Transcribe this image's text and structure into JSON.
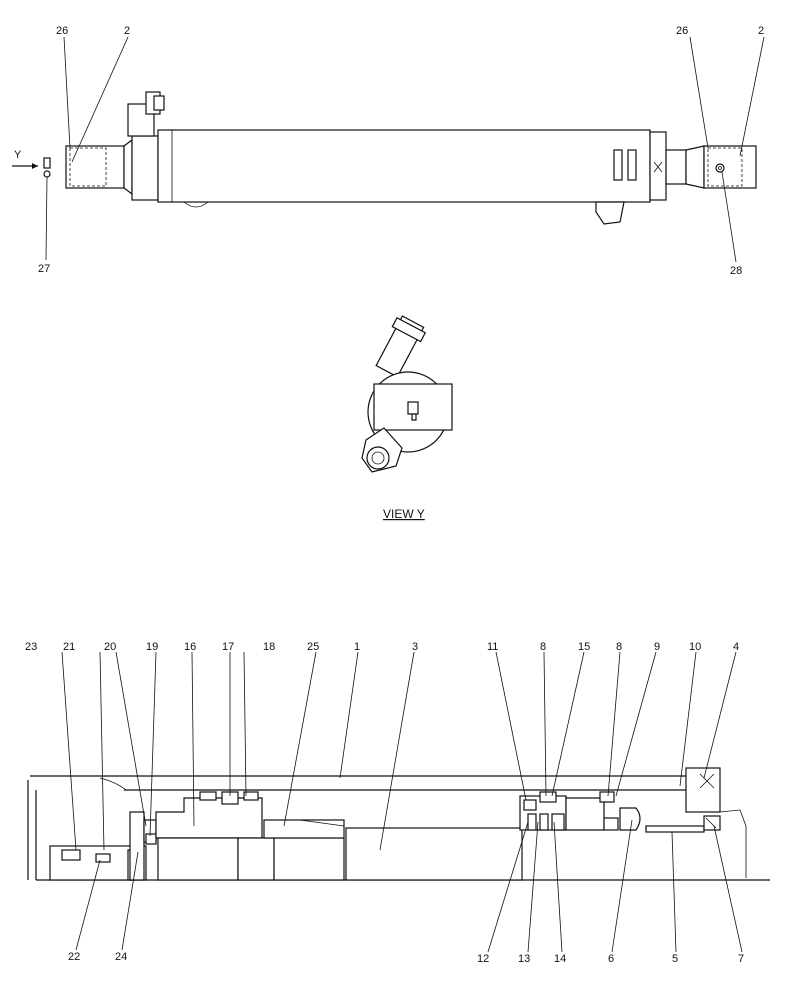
{
  "top_view": {
    "arrow_label": "Y",
    "callouts": [
      "26",
      "2",
      "26",
      "2",
      "27",
      "28"
    ]
  },
  "view_y": {
    "title": "VIEW  Y"
  },
  "section": {
    "top_callouts": [
      "23",
      "21",
      "20",
      "19",
      "16",
      "17",
      "18",
      "25",
      "1",
      "3",
      "11",
      "8",
      "15",
      "8",
      "9",
      "10",
      "4"
    ],
    "bottom_callouts": [
      "22",
      "24",
      "12",
      "13",
      "14",
      "6",
      "5",
      "7"
    ]
  }
}
